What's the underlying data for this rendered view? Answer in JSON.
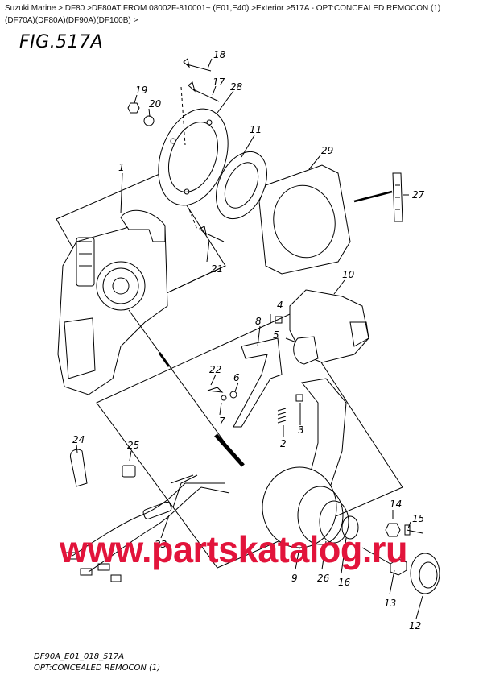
{
  "breadcrumb": {
    "line1": "Suzuki Marine > DF80 >DF80AT FROM 08002F-810001~ (E01,E40) >Exterior >517A - OPT:CONCEALED REMOCON (1)",
    "line2": "(DF70A)(DF80A)(DF90A)(DF100B) >"
  },
  "figure_title": "FIG.517A",
  "callouts": {
    "c1": "1",
    "c2": "2",
    "c3": "3",
    "c4": "4",
    "c5": "5",
    "c6": "6",
    "c7": "7",
    "c8": "8",
    "c9": "9",
    "c10": "10",
    "c11": "11",
    "c12": "12",
    "c13": "13",
    "c14": "14",
    "c15": "15",
    "c16": "16",
    "c17": "17",
    "c18": "18",
    "c19": "19",
    "c20": "20",
    "c21": "21",
    "c22": "22",
    "c23": "23",
    "c24": "24",
    "c25": "25",
    "c26": "26",
    "c27": "27",
    "c28": "28",
    "c29": "29"
  },
  "watermark": "www.partskatalog.ru",
  "footer": {
    "code": "DF90A_E01_018_517A",
    "caption": "OPT:CONCEALED REMOCON (1)"
  }
}
